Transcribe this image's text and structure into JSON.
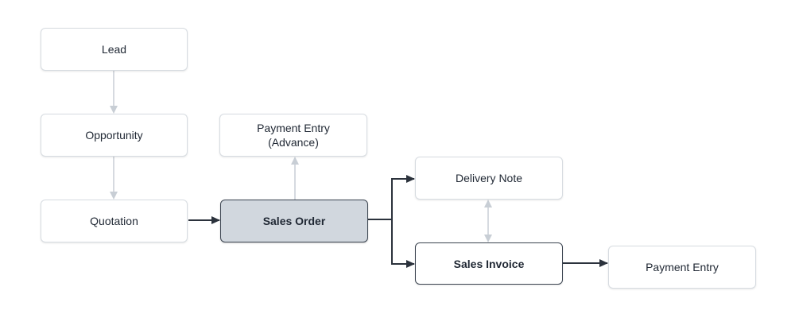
{
  "diagram": {
    "nodes": {
      "lead": "Lead",
      "opportunity": "Opportunity",
      "quotation": "Quotation",
      "payment_entry_advance": "Payment Entry\n(Advance)",
      "sales_order": "Sales Order",
      "delivery_note": "Delivery Note",
      "sales_invoice": "Sales Invoice",
      "payment_entry": "Payment Entry"
    },
    "edges": [
      {
        "from": "Lead",
        "to": "Opportunity",
        "style": "light"
      },
      {
        "from": "Opportunity",
        "to": "Quotation",
        "style": "light"
      },
      {
        "from": "Quotation",
        "to": "Sales Order",
        "style": "dark"
      },
      {
        "from": "Sales Order",
        "to": "Payment Entry (Advance)",
        "style": "light"
      },
      {
        "from": "Sales Order",
        "to": "Delivery Note",
        "style": "dark"
      },
      {
        "from": "Sales Order",
        "to": "Sales Invoice",
        "style": "dark"
      },
      {
        "from": "Delivery Note",
        "to": "Sales Invoice",
        "style": "light-bidirectional"
      },
      {
        "from": "Sales Invoice",
        "to": "Payment Entry",
        "style": "dark"
      }
    ],
    "colors": {
      "light_edge": "#c8ced5",
      "dark_edge": "#2b323c",
      "active_fill": "#d1d7de",
      "node_border": "#d7dce1"
    }
  }
}
